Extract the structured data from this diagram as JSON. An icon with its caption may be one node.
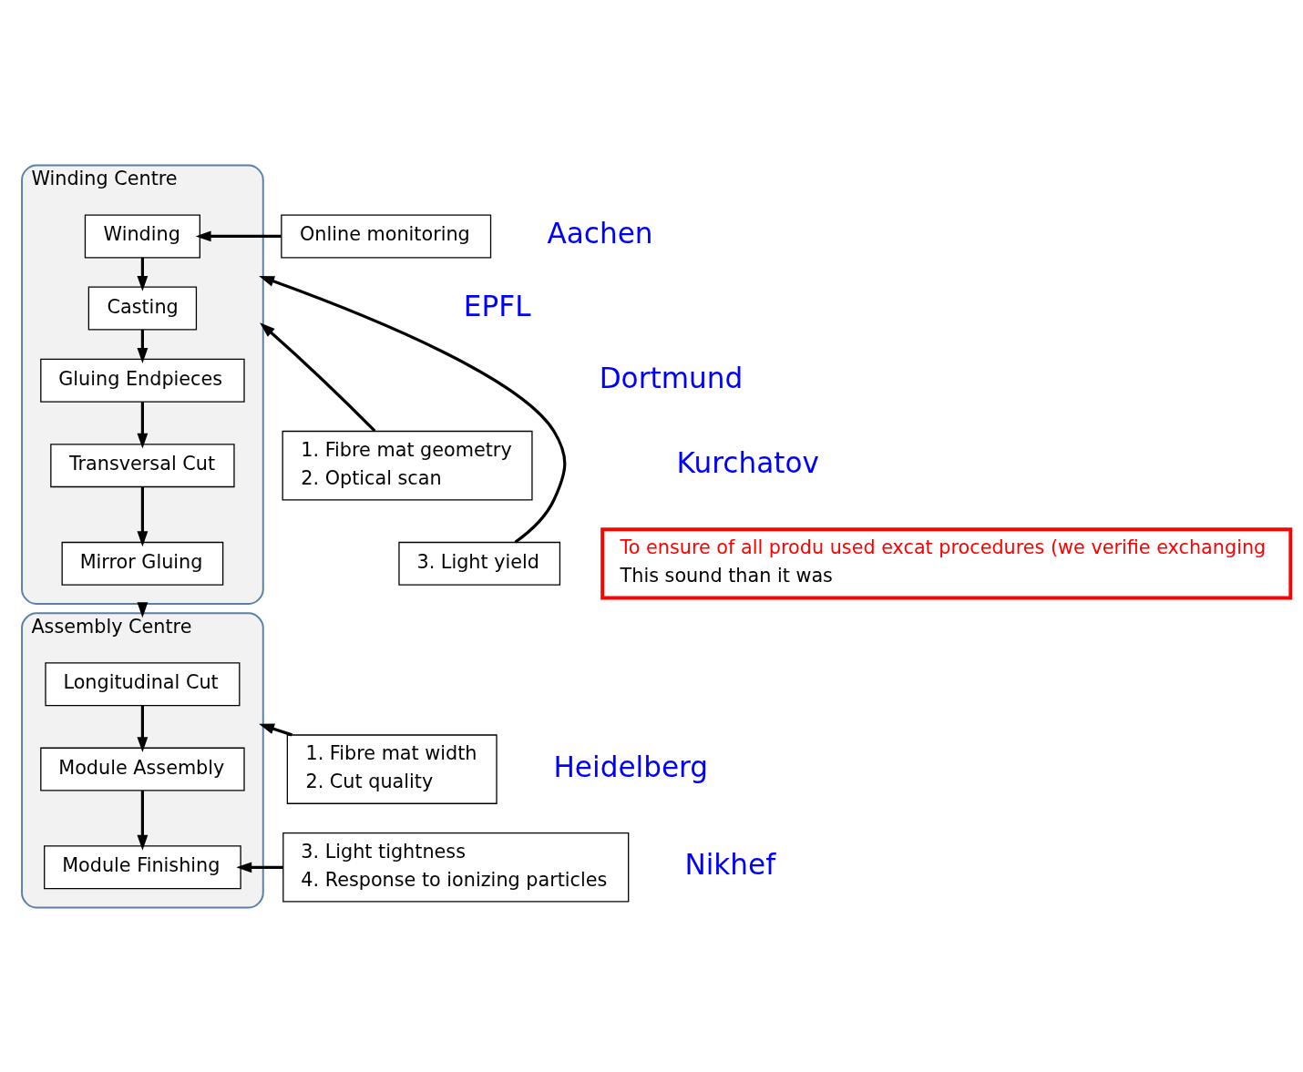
{
  "diagram": {
    "nodes": [
      {
        "text": [
          "Winding Centre"
        ]
      },
      {
        "text": [
          "Winding"
        ],
        "in": 0
      },
      {
        "text": [
          "Casting"
        ],
        "in": 0
      },
      {
        "text": [
          "Gluing Endpieces"
        ],
        "in": 0
      },
      {
        "text": [
          "Transversal Cut"
        ],
        "in": 0
      },
      {
        "text": [
          "Mirror Gluing"
        ],
        "in": 0
      },
      {
        "text": [
          "Assembly Centre"
        ]
      },
      {
        "text": [
          "Longitudinal Cut"
        ],
        "in": 6
      },
      {
        "text": [
          "Module Assembly"
        ],
        "in": 6
      },
      {
        "text": [
          "Module Finishing"
        ],
        "in": 6
      },
      {
        "text": [
          "Online monitoring"
        ]
      },
      {
        "text": [
          "1. Fibre mat geometry",
          "2. Optical scan"
        ]
      },
      {
        "text": [
          "3. Light yield"
        ]
      },
      {
        "text": [
          "1. Fibre mat width",
          "2. Cut quality"
        ]
      },
      {
        "text": [
          "3. Light tightness",
          "4. Response to ionizing particles"
        ]
      },
      {
        "text": [
          "To ensure of all produ used excat procedures (we verifie exchanging",
          "This sound than it was"
        ]
      }
    ],
    "edges": [
      {
        "from": 1,
        "to": 2,
        "arrow": "to"
      },
      {
        "from": 2,
        "to": 3,
        "arrow": "to"
      },
      {
        "from": 3,
        "to": 4,
        "arrow": "to"
      },
      {
        "from": 4,
        "to": 5,
        "arrow": "to"
      },
      {
        "from": 10,
        "to": 1,
        "arrow": "to"
      },
      {
        "from": 11,
        "to": 0,
        "arrow": "to"
      },
      {
        "from": 12,
        "to": 0,
        "arrow": "to"
      },
      {
        "from": 0,
        "to": 6,
        "arrow": "to"
      },
      {
        "from": 7,
        "to": 8,
        "arrow": "to"
      },
      {
        "from": 8,
        "to": 9,
        "arrow": "to"
      },
      {
        "from": 13,
        "to": 6,
        "arrow": "to"
      },
      {
        "from": 14,
        "to": 9,
        "arrow": "to"
      }
    ],
    "labels": [
      "Aachen",
      "EPFL",
      "Dortmund",
      "Kurchatov",
      "Heidelberg",
      "Nikhef"
    ]
  }
}
